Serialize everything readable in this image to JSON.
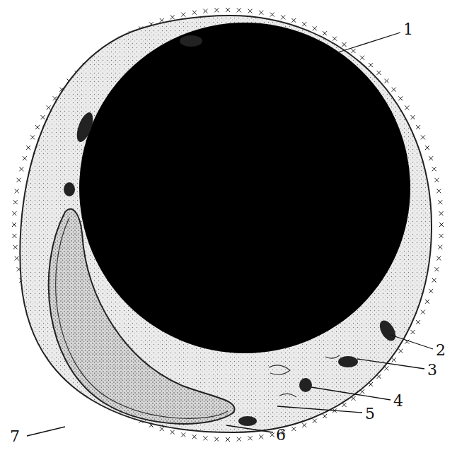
{
  "diagram": {
    "labels": [
      "1",
      "2",
      "3",
      "4",
      "5",
      "6",
      "7"
    ]
  }
}
